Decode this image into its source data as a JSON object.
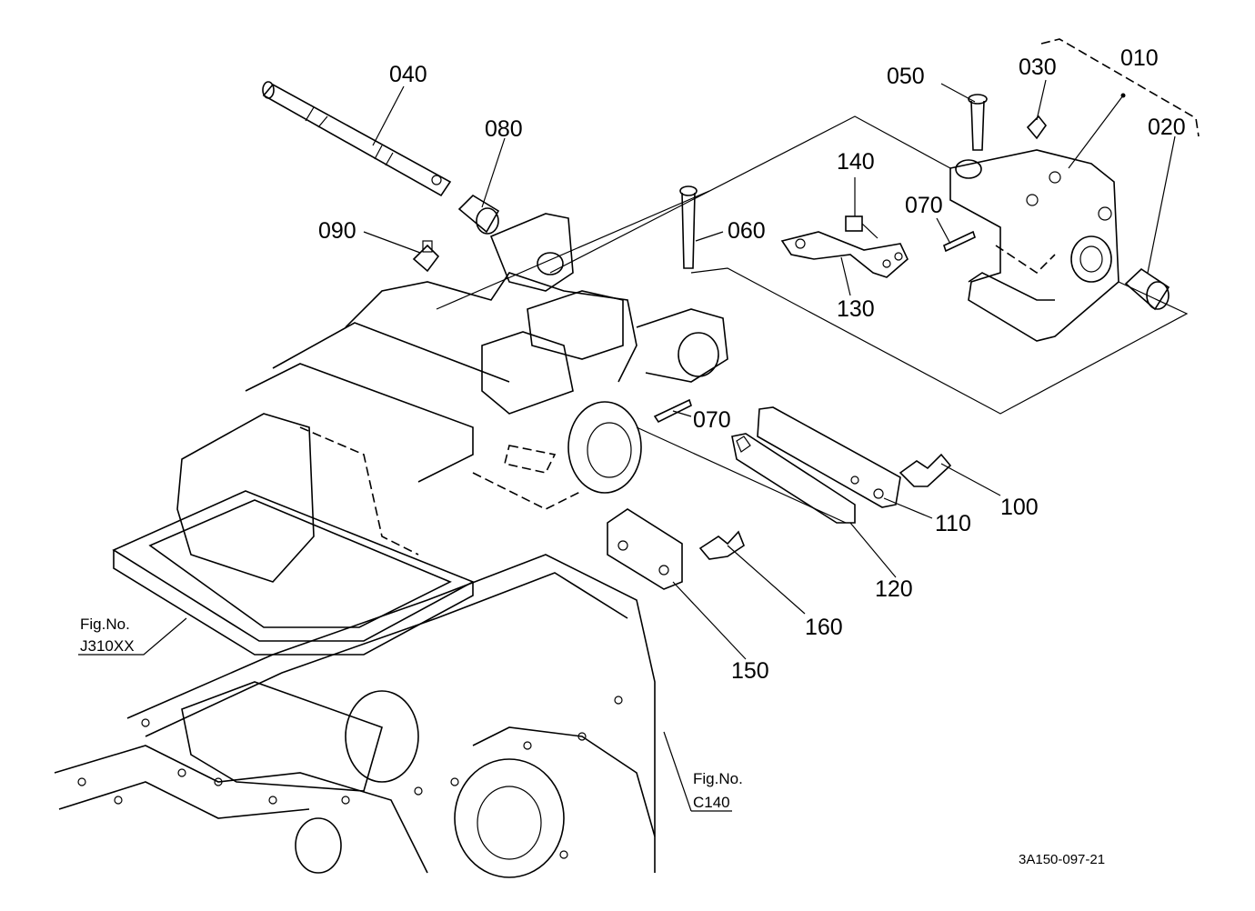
{
  "callouts": {
    "p010": "010",
    "p020": "020",
    "p030": "030",
    "p040": "040",
    "p050": "050",
    "p060": "060",
    "p070a": "070",
    "p070b": "070",
    "p080": "080",
    "p090": "090",
    "p100": "100",
    "p110": "110",
    "p120": "120",
    "p130": "130",
    "p140": "140",
    "p150": "150",
    "p160": "160"
  },
  "fig_refs": {
    "ref1_label": "Fig.No.",
    "ref1_code": "J310XX",
    "ref2_label": "Fig.No.",
    "ref2_code": "C140"
  },
  "drawing_code": "3A150-097-21"
}
